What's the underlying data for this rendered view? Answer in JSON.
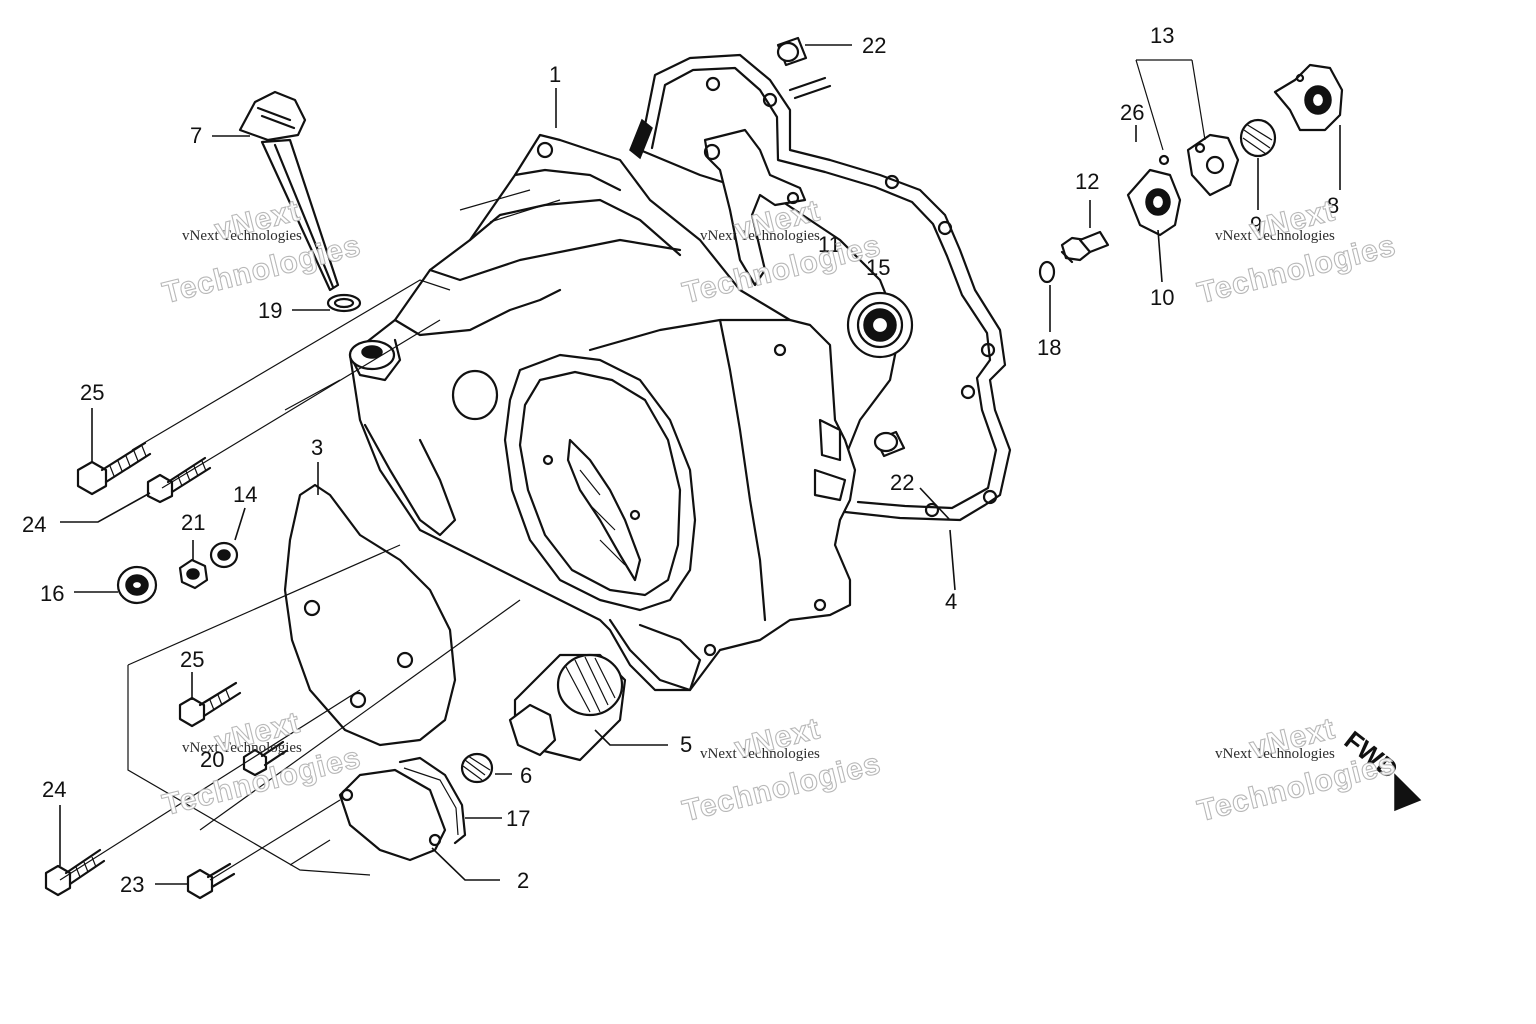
{
  "callouts": {
    "c1": "1",
    "c2": "2",
    "c3": "3",
    "c4": "4",
    "c5": "5",
    "c6": "6",
    "c7": "7",
    "c8": "8",
    "c9": "9",
    "c10": "10",
    "c11": "11",
    "c12": "12",
    "c13": "13",
    "c14": "14",
    "c15": "15",
    "c16": "16",
    "c17": "17",
    "c18": "18",
    "c19": "19",
    "c20": "20",
    "c21": "21",
    "c22a": "22",
    "c22b": "22",
    "c23": "23",
    "c24a": "24",
    "c24b": "24",
    "c25a": "25",
    "c25b": "25",
    "c26": "26"
  },
  "direction_label": "FWD",
  "watermark": {
    "line_small": "vNext Technologies",
    "line_big_1": "vNext",
    "line_big_2": "Technologies"
  }
}
